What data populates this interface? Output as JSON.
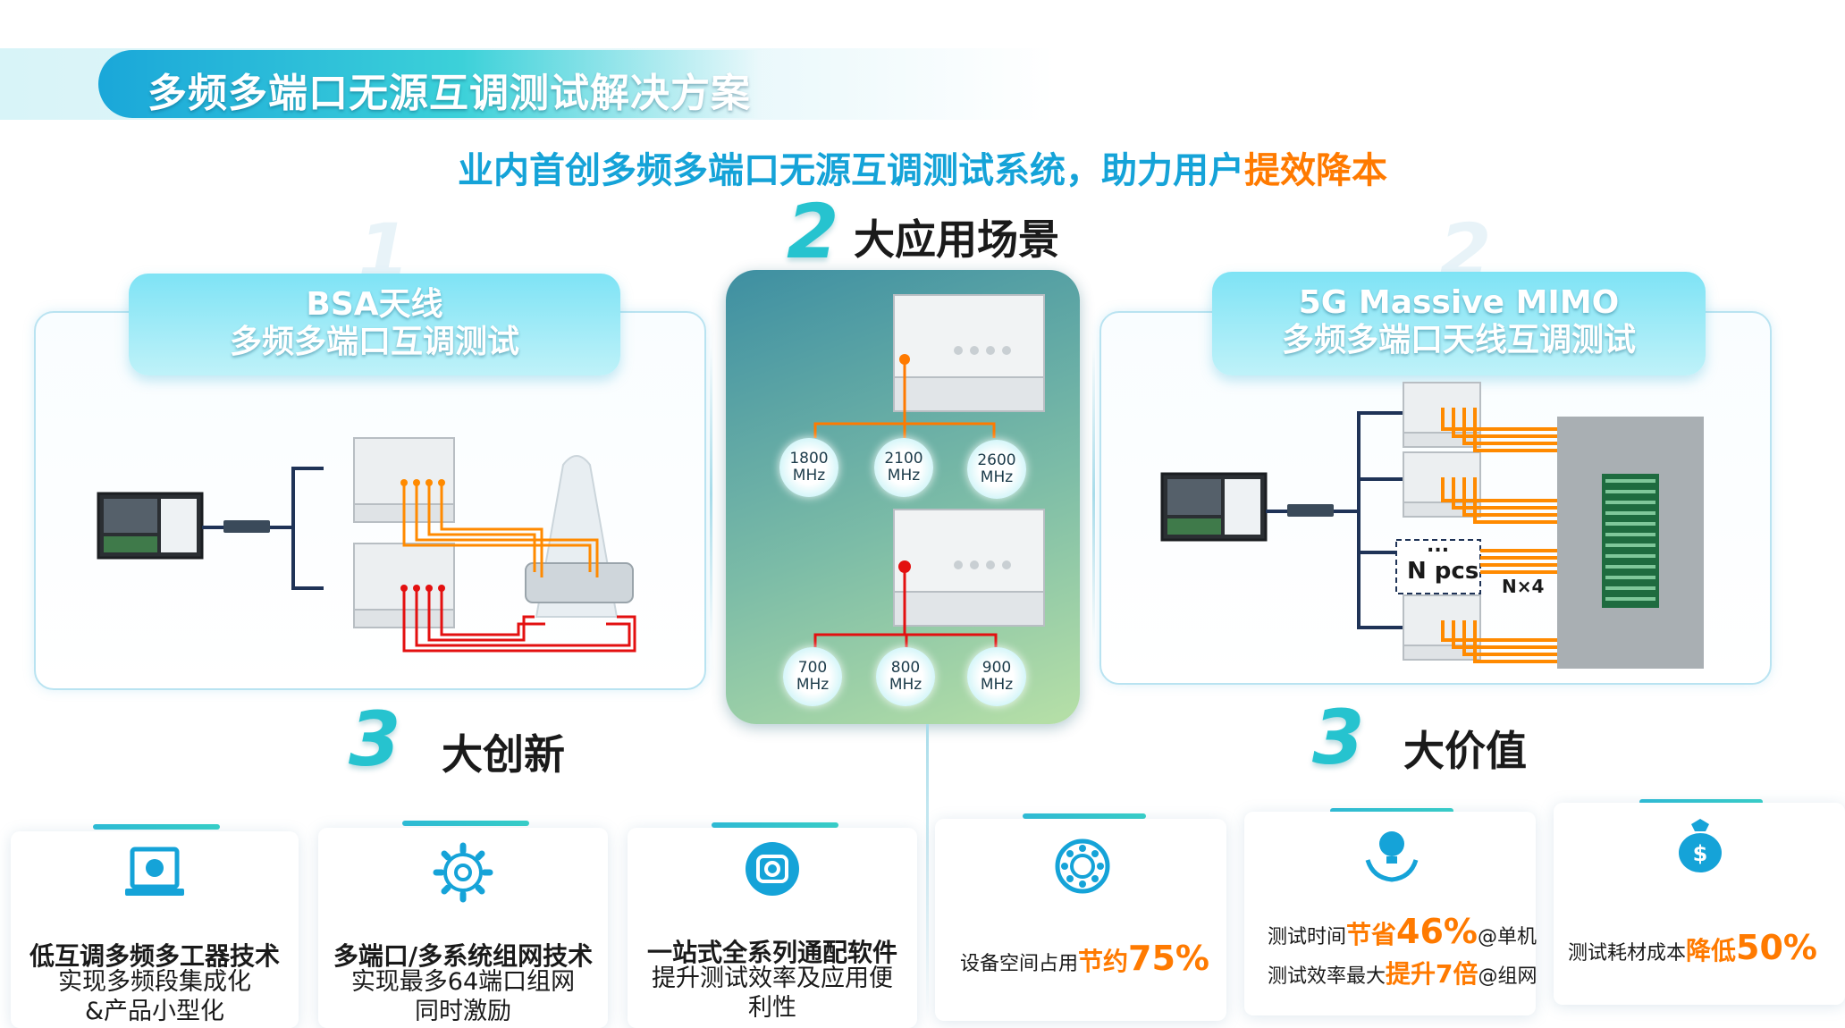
{
  "header": {
    "title": "多频多端口无源互调测试解决方案"
  },
  "subtitle": {
    "main": "业内首创多频多端口无源互调测试系统，助力用户",
    "highlight": "提效降本"
  },
  "sections": {
    "scenes": {
      "number": "2",
      "label": "大应用场景"
    },
    "innovation": {
      "number": "3",
      "label": "大创新"
    },
    "value": {
      "number": "3",
      "label": "大价值"
    }
  },
  "left_panel": {
    "ghost_number": "1",
    "title_line1": "BSA天线",
    "title_line2": "多频多端口互调测试"
  },
  "right_panel": {
    "ghost_number": "2",
    "title_line1": "5G Massive MIMO",
    "title_line2": "多频多端口天线互调测试",
    "npcs_dots": "...",
    "npcs_label": "N pcs",
    "nx4_label": "N×4"
  },
  "center_panel": {
    "top_freqs": [
      {
        "line1": "1800",
        "line2": "MHz"
      },
      {
        "line1": "2100",
        "line2": "MHz"
      },
      {
        "line1": "2600",
        "line2": "MHz"
      }
    ],
    "bottom_freqs": [
      {
        "line1": "700",
        "line2": "MHz"
      },
      {
        "line1": "800",
        "line2": "MHz"
      },
      {
        "line1": "900",
        "line2": "MHz"
      }
    ]
  },
  "innovation_cards": [
    {
      "icon": "laptop-chip-icon",
      "title": "低互调多频多工器技术",
      "line1": "实现多频段集成化",
      "line2": "&产品小型化"
    },
    {
      "icon": "gear-icon",
      "title": "多端口/多系统组网技术",
      "line1": "实现最多64端口组网",
      "line2": "同时激励"
    },
    {
      "icon": "camera-app-icon",
      "title": "一站式全系列通配软件",
      "line1": "提升测试效率及应用便",
      "line2": "利性"
    }
  ],
  "value_cards": [
    {
      "icon": "bearing-icon",
      "prefix": "设备空间占用",
      "hl_small": "节约",
      "hl_big": "75%"
    },
    {
      "icon": "lightbulb-hand-icon",
      "row1_prefix": "测试时间",
      "row1_hl_small": "节省",
      "row1_hl_big": "46%",
      "row1_suffix": "@单机",
      "row2_prefix": "测试效率最大",
      "row2_hl": "提升7倍",
      "row2_suffix": "@组网"
    },
    {
      "icon": "money-bag-icon",
      "prefix": "测试耗材成本",
      "hl_small": "降低",
      "hl_big": "50%"
    }
  ],
  "colors": {
    "accent": "#15a3d8",
    "highlight": "#ff7a00",
    "teal": "#26c3cf"
  }
}
